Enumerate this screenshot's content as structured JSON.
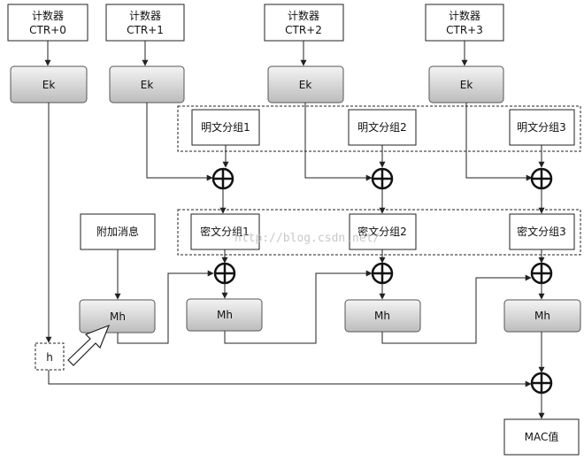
{
  "counters": [
    {
      "line1": "计数器",
      "line2": "CTR+0"
    },
    {
      "line1": "计数器",
      "line2": "CTR+1"
    },
    {
      "line1": "计数器",
      "line2": "CTR+2"
    },
    {
      "line1": "计数器",
      "line2": "CTR+3"
    }
  ],
  "encrypt_label": "Ek",
  "plaintext_blocks": [
    "明文分组1",
    "明文分组2",
    "明文分组3"
  ],
  "ciphertext_blocks": [
    "密文分组1",
    "密文分组2",
    "密文分组3"
  ],
  "additional_message": "附加消息",
  "hash_label": "Mh",
  "h_label": "h",
  "mac_label": "MAC值",
  "watermark": "http://blog.csdn.net/",
  "colors": {
    "stroke": "#222222",
    "box_fill": "#ffffff",
    "grad_top": "#f2f2f2",
    "grad_bottom": "#bdbdbd"
  }
}
